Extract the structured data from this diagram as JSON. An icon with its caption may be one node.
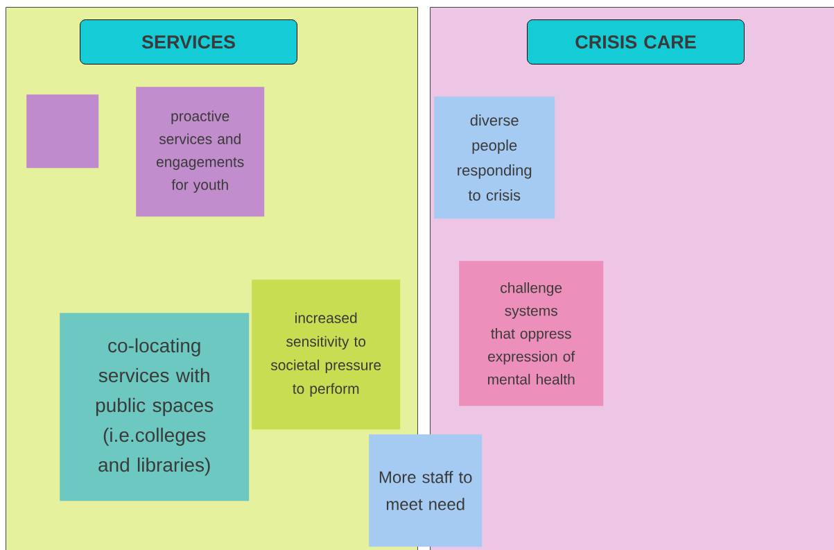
{
  "diagram": {
    "nodes": [
      {
        "text": [],
        "shape": "box"
      },
      {
        "text": [
          "SERVICES"
        ],
        "in": 0
      },
      {
        "text": [],
        "shape": "box",
        "in": 0
      },
      {
        "text": [
          "proactive services and engagements for youth"
        ],
        "in": 0
      },
      {
        "text": [
          "increased sensitivity to societal pressure to perform"
        ],
        "in": 0
      },
      {
        "text": [
          "co-locating services with public spaces (i.e.colleges and libraries)"
        ],
        "in": 0
      },
      {
        "text": [],
        "shape": "box"
      },
      {
        "text": [
          "CRISIS CARE"
        ],
        "in": 6
      },
      {
        "text": [
          "diverse people responding to crisis"
        ],
        "in": 6
      },
      {
        "text": [
          "challenge systems that oppress expression of mental health"
        ],
        "in": 6
      },
      {
        "text": [
          "More staff to meet need"
        ]
      }
    ]
  }
}
